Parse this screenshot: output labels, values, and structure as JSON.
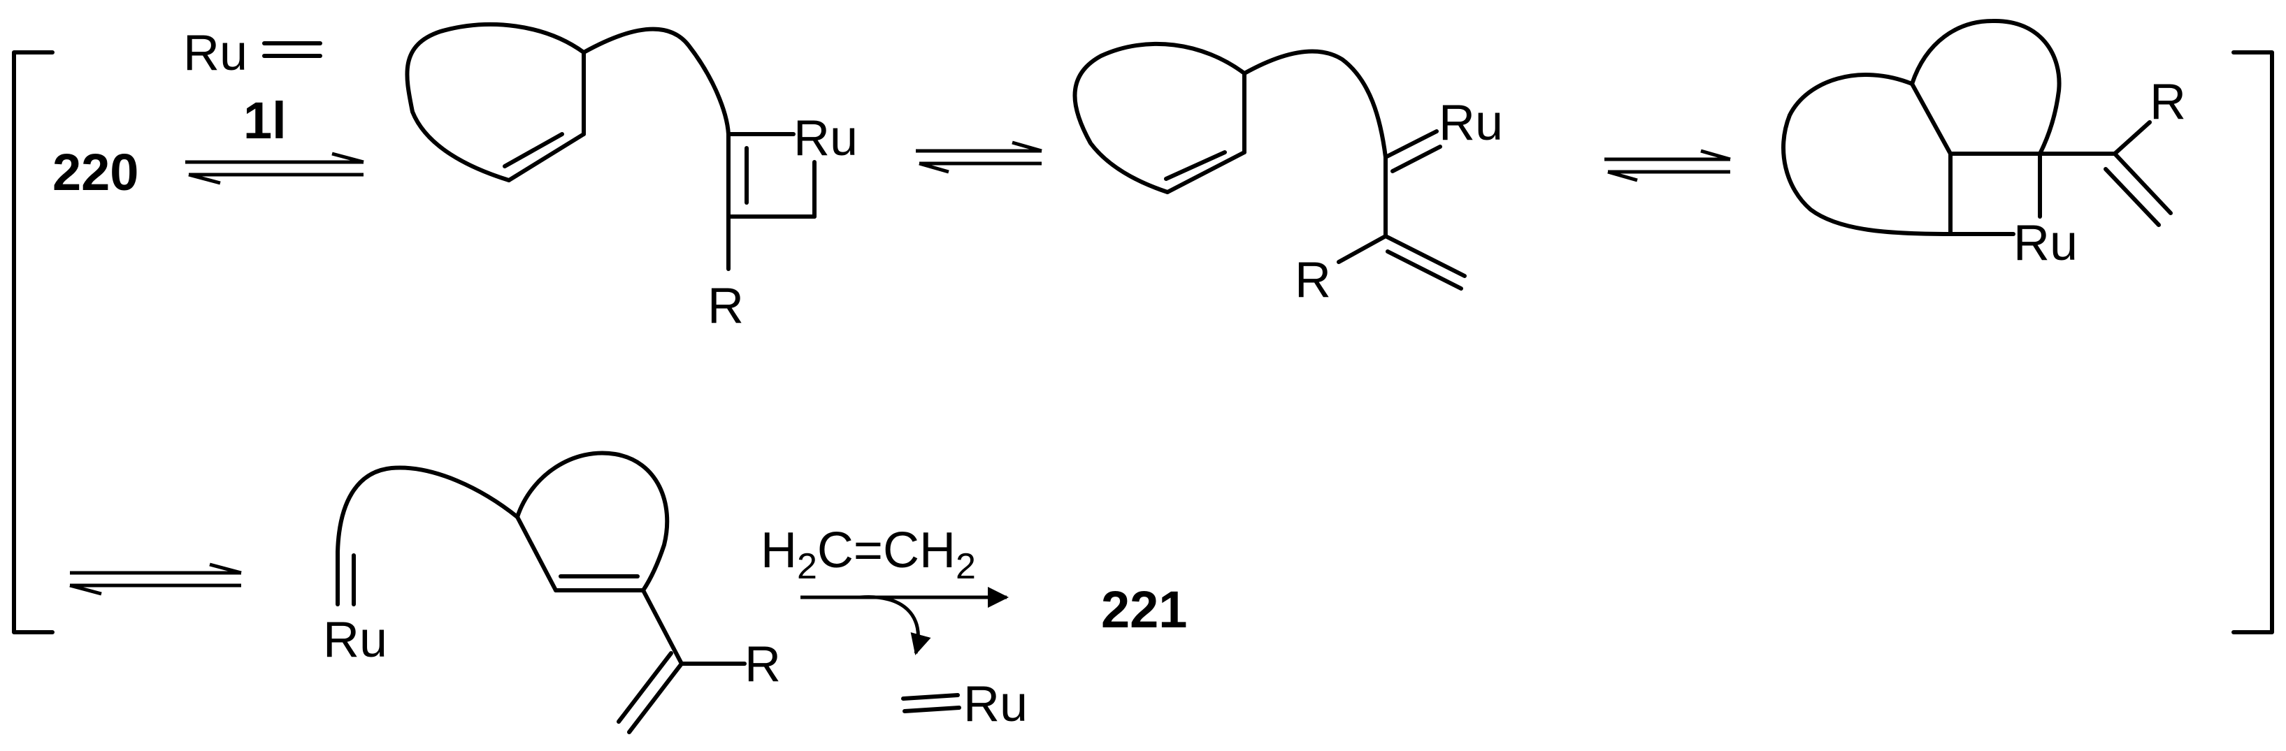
{
  "compounds": {
    "start": "220",
    "catalyst": "1l",
    "product": "221"
  },
  "catalyst_reagent": {
    "ru": "Ru"
  },
  "reagents": {
    "ethylene_h1": "H",
    "ethylene_sub1": "2",
    "ethylene_mid": "C=CH",
    "ethylene_sub2": "2",
    "byproduct_ru": "Ru"
  },
  "substituents": {
    "r": "R",
    "ru": "Ru"
  }
}
